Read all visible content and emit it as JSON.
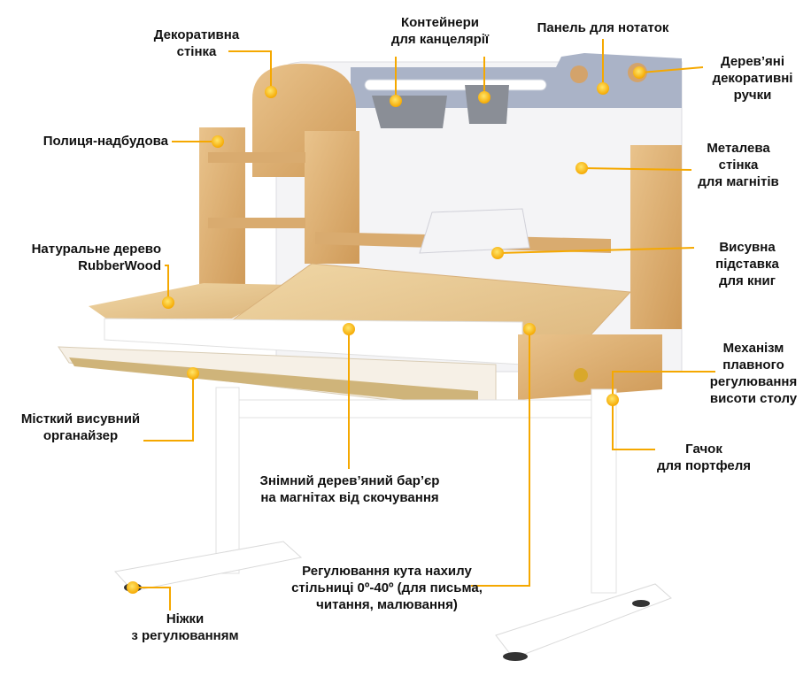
{
  "theme": {
    "accent": "#f5a800",
    "wood": "#dcae72",
    "wood_dark": "#c98f4c",
    "panel": "#a9b3c8",
    "metal": "#ffffff"
  },
  "labels": {
    "decor_wall": [
      "Декоративна",
      "стінка"
    ],
    "containers": [
      "Контейнери",
      "для канцелярії"
    ],
    "notes_panel": [
      "Панель для нотаток"
    ],
    "wood_handles": [
      "Дерев’яні",
      "декоративні",
      "ручки"
    ],
    "shelf": [
      "Полиця-надбудова"
    ],
    "metal_wall": [
      "Металева",
      "стінка",
      "для магнітів"
    ],
    "natural_wood": [
      "Натуральне дерево",
      "RubberWood"
    ],
    "book_stand": [
      "Висувна",
      "підставка",
      "для книг"
    ],
    "mechanism": [
      "Механізм",
      "плавного",
      "регулювання",
      "висоти столу"
    ],
    "organizer": [
      "Місткий висувний",
      "органайзер"
    ],
    "hook": [
      "Гачок",
      "для портфеля"
    ],
    "barrier": [
      "Знімний дерев’яний бар’єр",
      "на магнітах від скочування"
    ],
    "tilt": [
      "Регулювання кута нахилу",
      "стільниці 0º-40º (для письма,",
      "читання, малювання)"
    ],
    "legs": [
      "Ніжки",
      "з регулюванням"
    ]
  }
}
